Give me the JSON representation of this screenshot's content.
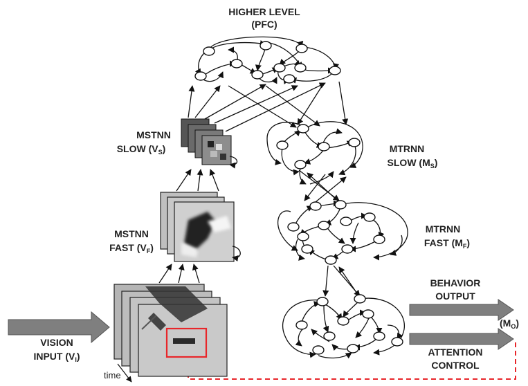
{
  "labels": {
    "higher_level": "HIGHER LEVEL",
    "pfc": "(PFC)",
    "mstnn_slow_line1": "MSTNN",
    "mstnn_slow_line2": "SLOW (V",
    "mstnn_slow_sub": "S",
    "mstnn_fast_line1": "MSTNN",
    "mstnn_fast_line2": "FAST (V",
    "mstnn_fast_sub": "F",
    "mtrnn_slow_line1": "MTRNN",
    "mtrnn_slow_line2": "SLOW (M",
    "mtrnn_slow_sub": "S",
    "mtrnn_fast_line1": "MTRNN",
    "mtrnn_fast_line2": "FAST (M",
    "mtrnn_fast_sub": "F",
    "behavior_line1": "BEHAVIOR",
    "behavior_line2": "OUTPUT",
    "mo": "(M",
    "mo_sub": "O",
    "attention_line1": "ATTENTION",
    "attention_line2": "CONTROL",
    "vision_line1": "VISION",
    "vision_line2": "INPUT (V",
    "vision_sub": "I",
    "close_paren": ")",
    "time": "time"
  },
  "colors": {
    "arrow_fill": "#7f7f7f",
    "feedback_dashed": "#e8262a",
    "attention_box": "#e8262a",
    "ink": "#111111"
  }
}
